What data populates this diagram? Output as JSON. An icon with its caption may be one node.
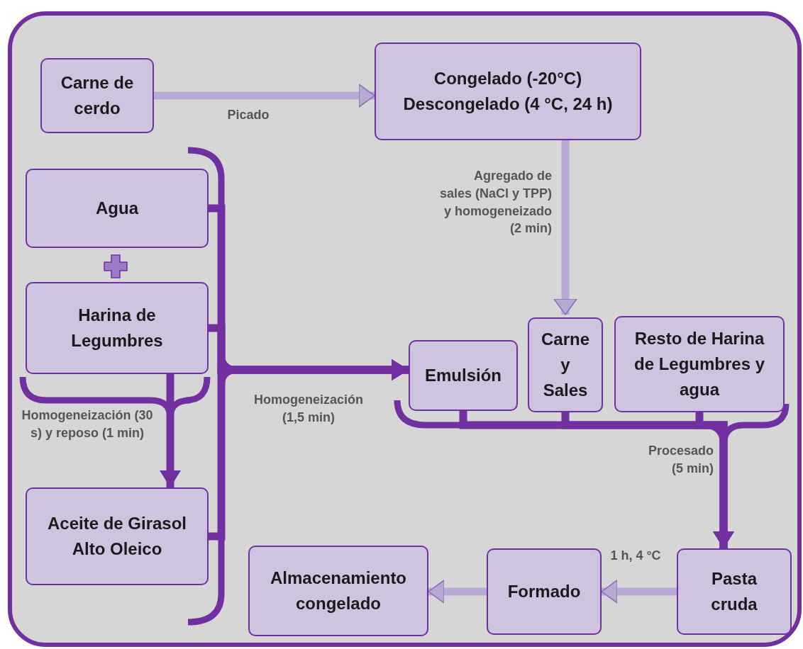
{
  "diagram": {
    "nodes": [
      {
        "text": [
          "Carne de cerdo"
        ]
      },
      {
        "text": [
          "Congelado (-20°C)",
          "Descongelado (4 °C, 24 h)"
        ]
      },
      {
        "text": [
          "Agua"
        ]
      },
      {
        "text": [
          "Harina de Legumbres"
        ]
      },
      {
        "text": [
          "Aceite de Girasol Alto Oleico"
        ]
      },
      {
        "text": [
          "Emulsión"
        ]
      },
      {
        "text": [
          "Carne y Sales"
        ]
      },
      {
        "text": [
          "Resto de Harina de Legumbres y agua"
        ]
      },
      {
        "text": [
          "Pasta cruda"
        ]
      },
      {
        "text": [
          "Formado"
        ]
      },
      {
        "text": [
          "Almacenamiento congelado"
        ]
      }
    ],
    "edges": [
      {
        "from": 0,
        "to": 1,
        "arrow": "to",
        "label": "Picado",
        "color": "#b8a8d4"
      },
      {
        "from": 1,
        "to": 6,
        "arrow": "to",
        "label": "Agregado de sales (NaCl y TPP) y homogeneizado (2 min)",
        "color": "#b8a8d4"
      },
      {
        "from": 3,
        "to": 4,
        "arrow": "to",
        "label": "Homogeneización (30 s) y reposo (1 min)"
      },
      {
        "from": 2,
        "to": 5,
        "arrow": "to",
        "label": "Homogeneización (1,5 min)"
      },
      {
        "from": 3,
        "to": 5,
        "arrow": "to"
      },
      {
        "from": 4,
        "to": 5,
        "arrow": "to"
      },
      {
        "from": 5,
        "to": 8,
        "arrow": "to",
        "label": "Procesado (5 min)"
      },
      {
        "from": 6,
        "to": 8,
        "arrow": "to"
      },
      {
        "from": 7,
        "to": 8,
        "arrow": "to"
      },
      {
        "from": 8,
        "to": 9,
        "arrow": "to",
        "label": "1 h, 4 °C",
        "color": "#b8a8d4"
      },
      {
        "from": 9,
        "to": 10,
        "arrow": "to",
        "color": "#b8a8d4"
      }
    ]
  }
}
